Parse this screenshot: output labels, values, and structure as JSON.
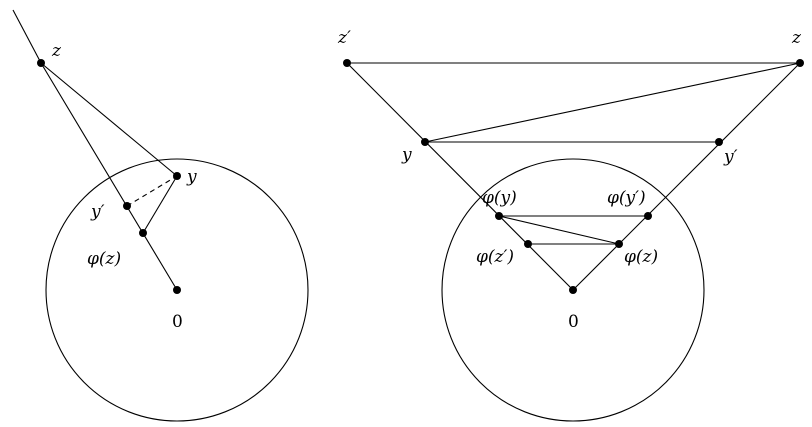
{
  "left_figure": {
    "labels": {
      "z": "z",
      "y": "y",
      "y_prime": "y′",
      "phi_z": "φ(z)",
      "origin": "0"
    }
  },
  "right_figure": {
    "labels": {
      "z": "z",
      "z_prime": "z′",
      "y": "y",
      "y_prime": "y′",
      "phi_y": "φ(y)",
      "phi_y_prime": "φ(y′)",
      "phi_z_prime": "φ(z′)",
      "phi_z": "φ(z)",
      "origin": "0"
    }
  }
}
